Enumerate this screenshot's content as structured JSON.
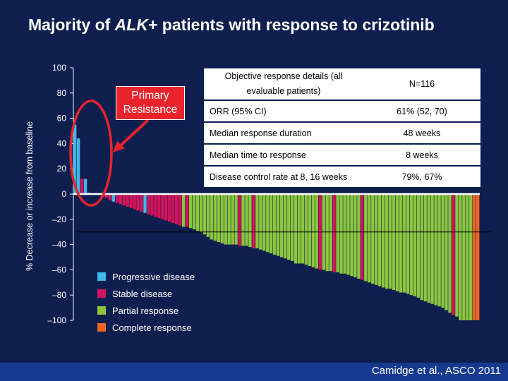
{
  "slide": {
    "title_part1": "Majority of ",
    "title_italic": "ALK",
    "title_part2": "+ patients with response to crizotinib",
    "citation": "Camidge et al., ASCO 2011",
    "callout": "Primary Resistance"
  },
  "colors": {
    "background": "#0e1f4f",
    "progressive": "#3fb6e8",
    "stable": "#d4145a",
    "partial": "#8cc63f",
    "complete": "#f26522",
    "callout": "#e8232b"
  },
  "table": {
    "header_label": "Objective response details (all evaluable patients)",
    "header_value": "N=116",
    "rows": [
      {
        "label": "ORR (95% CI)",
        "value": "61% (52, 70)"
      },
      {
        "label": "Median response duration",
        "value": "48 weeks"
      },
      {
        "label": "Median time to response",
        "value": "8 weeks"
      },
      {
        "label": "Disease control rate at 8, 16 weeks",
        "value": "79%, 67%"
      }
    ]
  },
  "chart_data": {
    "type": "bar",
    "title": "",
    "xlabel": "",
    "ylabel": "% Decrease or increase from baseline",
    "ylim": [
      -100,
      100
    ],
    "yticks": [
      "100",
      "80",
      "60",
      "40",
      "20",
      "0",
      "–20",
      "–40",
      "–60",
      "–80",
      "–100"
    ],
    "ytick_values": [
      100,
      80,
      60,
      40,
      20,
      0,
      -20,
      -40,
      -60,
      -80,
      -100
    ],
    "reference_line": -30,
    "legend": {
      "placement": "bottom-left",
      "entries": [
        {
          "key": "PD",
          "label": "Progressive disease"
        },
        {
          "key": "SD",
          "label": "Stable disease"
        },
        {
          "key": "PR",
          "label": "Partial response"
        },
        {
          "key": "CR",
          "label": "Complete response"
        }
      ]
    },
    "category_key": {
      "PD": "progressive",
      "SD": "stable",
      "PR": "partial",
      "CR": "complete"
    },
    "values": [
      55,
      44,
      12,
      12,
      1,
      0,
      0,
      -1,
      -2,
      -3,
      -5,
      -6,
      -7,
      -8,
      -9,
      -10,
      -11,
      -12,
      -13,
      -14,
      -15,
      -16,
      -17,
      -18,
      -19,
      -20,
      -21,
      -22,
      -23,
      -24,
      -25,
      -26,
      -26,
      -27,
      -28,
      -29,
      -30,
      -32,
      -34,
      -36,
      -37,
      -38,
      -39,
      -40,
      -40,
      -40,
      -40,
      -41,
      -41,
      -41,
      -42,
      -43,
      -43,
      -44,
      -45,
      -46,
      -47,
      -48,
      -49,
      -50,
      -51,
      -52,
      -53,
      -55,
      -55,
      -55,
      -56,
      -57,
      -58,
      -59,
      -60,
      -60,
      -61,
      -61,
      -62,
      -62,
      -63,
      -63,
      -64,
      -65,
      -66,
      -67,
      -68,
      -69,
      -70,
      -71,
      -72,
      -73,
      -74,
      -75,
      -75,
      -76,
      -77,
      -78,
      -78,
      -79,
      -80,
      -81,
      -82,
      -84,
      -85,
      -86,
      -87,
      -88,
      -89,
      -90,
      -92,
      -94,
      -96,
      -97,
      -100,
      -100,
      -100,
      -100,
      -100,
      -100
    ],
    "categories": [
      "PD",
      "PD",
      "SD",
      "PD",
      "PD",
      "PD",
      "PD",
      "SD",
      "SD",
      "SD",
      "SD",
      "PD",
      "SD",
      "SD",
      "SD",
      "SD",
      "SD",
      "SD",
      "SD",
      "SD",
      "PD",
      "SD",
      "SD",
      "SD",
      "SD",
      "SD",
      "SD",
      "SD",
      "SD",
      "SD",
      "SD",
      "PR",
      "SD",
      "PR",
      "PR",
      "PR",
      "PR",
      "PR",
      "PR",
      "PR",
      "PR",
      "PR",
      "PR",
      "PR",
      "PR",
      "PR",
      "PR",
      "SD",
      "PR",
      "PR",
      "PR",
      "SD",
      "PR",
      "PR",
      "PR",
      "PR",
      "PR",
      "PR",
      "PR",
      "PR",
      "PR",
      "PR",
      "PR",
      "PR",
      "PR",
      "PR",
      "PR",
      "PR",
      "PR",
      "PR",
      "SD",
      "PR",
      "PR",
      "PR",
      "SD",
      "PR",
      "PR",
      "PR",
      "PR",
      "PR",
      "PR",
      "PR",
      "SD",
      "PR",
      "PR",
      "PR",
      "PR",
      "PR",
      "PR",
      "PR",
      "PR",
      "PR",
      "PR",
      "PR",
      "PR",
      "PR",
      "PR",
      "PR",
      "PR",
      "PR",
      "PR",
      "PR",
      "PR",
      "PR",
      "PR",
      "PR",
      "PR",
      "PR",
      "SD",
      "PR",
      "PR",
      "PR",
      "PR",
      "PR",
      "CR",
      "CR"
    ]
  }
}
